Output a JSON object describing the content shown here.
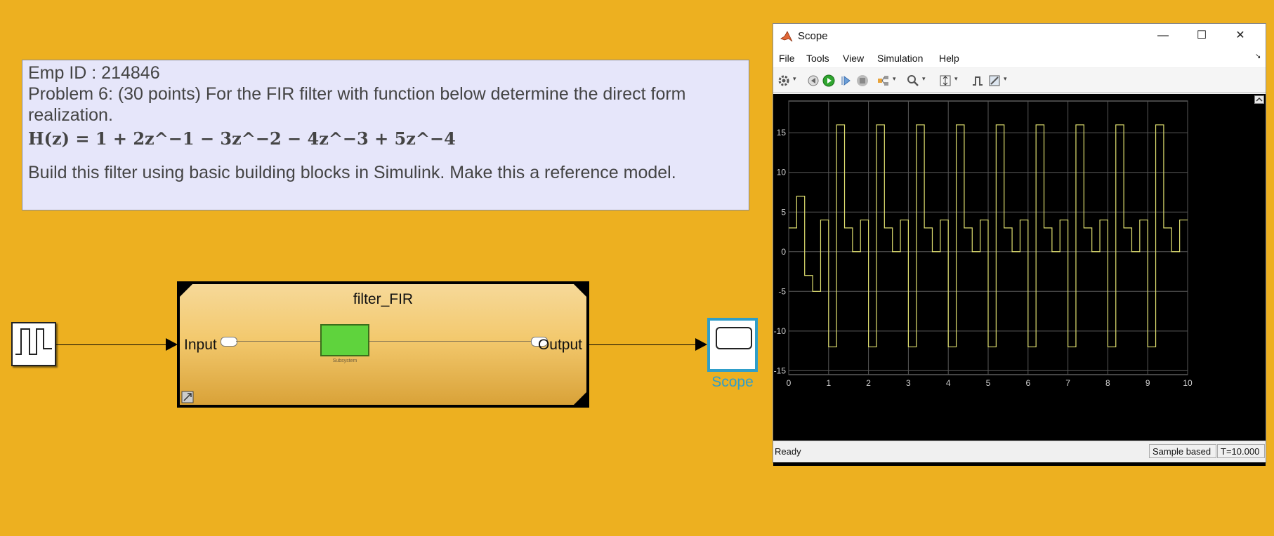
{
  "note": {
    "line1": "Emp ID : 214846",
    "line2": "Problem 6: (30 points) For the FIR filter with function below determine the direct form realization.",
    "equation": "H(z) = 1 + 2z^−1 − 3z^−2 − 4z^−3 + 5z^−4",
    "line3": "Build this filter using basic building blocks in Simulink. Make this a reference model."
  },
  "model": {
    "title": "filter_FIR",
    "input_label": "Input",
    "output_label": "Output",
    "subsystem_label": "Subsystem"
  },
  "scope_block": {
    "label": "Scope"
  },
  "scope_window": {
    "title": "Scope",
    "menu": [
      "File",
      "Tools",
      "View",
      "Simulation",
      "Help"
    ],
    "status_ready": "Ready",
    "status_mode": "Sample based",
    "status_time": "T=10.000",
    "colors": {
      "trace": "#E0E070",
      "grid": "#595959",
      "background": "#000000"
    }
  },
  "chart_data": {
    "type": "line",
    "xlim": [
      0,
      10
    ],
    "ylim": [
      -15.5,
      19
    ],
    "xticks": [
      0,
      1,
      2,
      3,
      4,
      5,
      6,
      7,
      8,
      9,
      10
    ],
    "yticks": [
      -15,
      -10,
      -5,
      0,
      5,
      10,
      15
    ],
    "grid": true,
    "step": true,
    "x": [
      0,
      0.2,
      0.4,
      0.6,
      0.8,
      1.0,
      1.2,
      1.4,
      1.6,
      1.8,
      2.0,
      2.2,
      2.4,
      2.6,
      2.8,
      3.0,
      3.2,
      3.4,
      3.6,
      3.8,
      4.0,
      4.2,
      4.4,
      4.6,
      4.8,
      5.0,
      5.2,
      5.4,
      5.6,
      5.8,
      6.0,
      6.2,
      6.4,
      6.6,
      6.8,
      7.0,
      7.2,
      7.4,
      7.6,
      7.8,
      8.0,
      8.2,
      8.4,
      8.6,
      8.8,
      9.0,
      9.2,
      9.4,
      9.6,
      9.8
    ],
    "values": [
      3,
      7,
      -3,
      -5,
      4,
      -12,
      16,
      3,
      0,
      4,
      -12,
      16,
      3,
      0,
      4,
      -12,
      16,
      3,
      0,
      4,
      -12,
      16,
      3,
      0,
      4,
      -12,
      16,
      3,
      0,
      4,
      -12,
      16,
      3,
      0,
      4,
      -12,
      16,
      3,
      0,
      4,
      -12,
      16,
      3,
      0,
      4,
      -12,
      16,
      3,
      0,
      4
    ]
  }
}
